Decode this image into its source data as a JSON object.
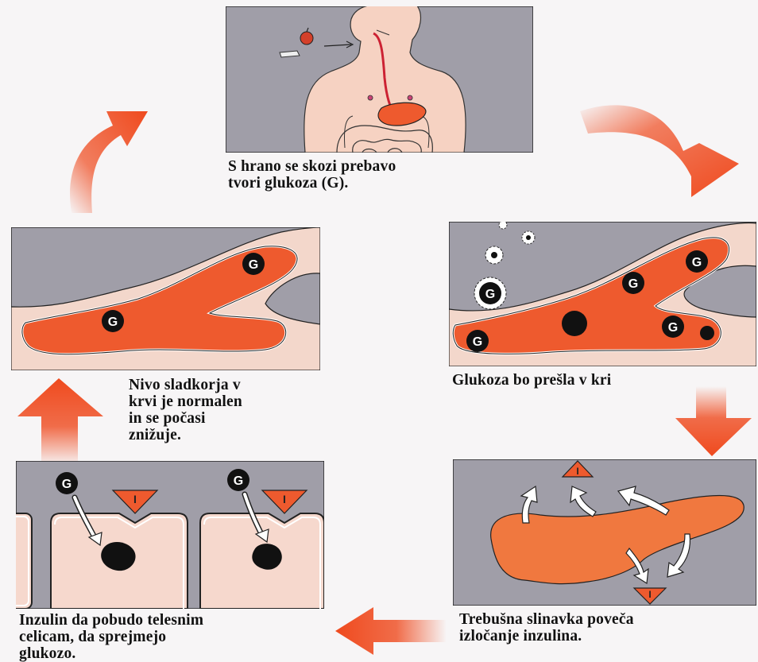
{
  "captions": {
    "step1": [
      "S hrano se skozi prebavo",
      "tvori glukoza (G)."
    ],
    "step2": [
      "Glukoza bo prešla v kri"
    ],
    "step3": [
      "Trebušna slinavka poveča",
      "izločanje inzulina."
    ],
    "step4": [
      "Inzulin da pobudo telesnim",
      "celicam, da sprejmejo",
      "glukozo."
    ],
    "step5": [
      "Nivo sladkorja v",
      "krvi je normalen",
      "in se počasi",
      "znižuje."
    ]
  },
  "labels": {
    "glucose": "G",
    "insulin": "I"
  },
  "colors": {
    "blood": "#ee5a2e",
    "arrow": "#ef4a1e",
    "panel_bg": "#9e9ca5",
    "vessel_wall": "#f3d7cb",
    "cell": "#f6d8cd",
    "pancreas": "#f0783f",
    "skin": "#f6d2c2"
  },
  "icons": [
    "curved-arrow",
    "straight-arrow",
    "glucose-marker",
    "insulin-triangle",
    "pancreas",
    "human-torso",
    "blood-vessel",
    "cell-nucleus"
  ]
}
